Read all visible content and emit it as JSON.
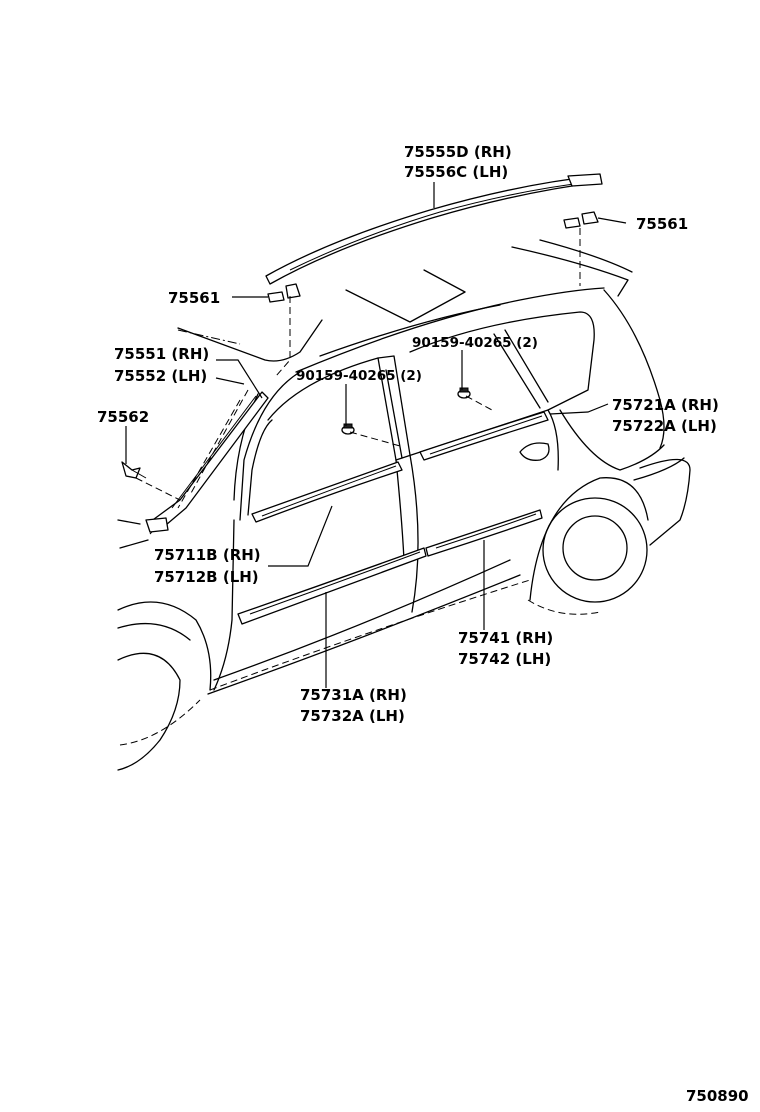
{
  "diagram": {
    "callouts": [
      {
        "id": "roof-molding",
        "lines": [
          "75555D (RH)",
          "75556C (LH)"
        ]
      },
      {
        "id": "clip-rear",
        "lines": [
          "75561"
        ]
      },
      {
        "id": "clip-front",
        "lines": [
          "75561"
        ]
      },
      {
        "id": "pillar-molding",
        "lines": [
          "75551 (RH)",
          "75552 (LH)"
        ]
      },
      {
        "id": "rivet",
        "lines": [
          "75562"
        ]
      },
      {
        "id": "screw-rear",
        "lines": [
          "90159-40265 (2)"
        ]
      },
      {
        "id": "screw-front",
        "lines": [
          "90159-40265 (2)"
        ]
      },
      {
        "id": "rear-belt-molding",
        "lines": [
          "75721A (RH)",
          "75722A (LH)"
        ]
      },
      {
        "id": "front-belt-molding",
        "lines": [
          "75711B (RH)",
          "75712B (LH)"
        ]
      },
      {
        "id": "rear-door-molding",
        "lines": [
          "75741 (RH)",
          "75742 (LH)"
        ]
      },
      {
        "id": "front-door-molding",
        "lines": [
          "75731A (RH)",
          "75732A (LH)"
        ]
      }
    ],
    "figure_number": "750890"
  }
}
